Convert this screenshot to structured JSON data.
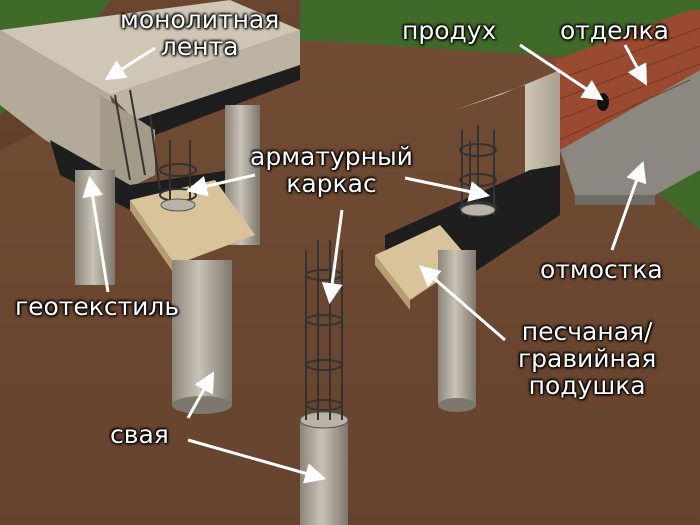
{
  "labels": {
    "monolithic_strip": [
      "монолитная",
      "лента"
    ],
    "vent": "продух",
    "finish": "отделка",
    "rebar_cage": [
      "арматурный",
      "каркас"
    ],
    "blind_area": "отмостка",
    "geotextile": "геотекстиль",
    "sand_gravel_cushion": [
      "песчаная/",
      "гравийная",
      "подушка"
    ],
    "pile": "свая"
  },
  "colors": {
    "grass": "#3f6a2a",
    "soil": "#7a5238",
    "soil_dark": "#5a3a26",
    "concrete": "#bdb3a2",
    "concrete_shade": "#8f877a",
    "geotextile": "#1e1e1e",
    "sand": "#d8c39a",
    "brick": "#9a4a30",
    "blind_area": "#8b8882",
    "rebar": "#3a3a3a",
    "label": "#ffffff"
  }
}
